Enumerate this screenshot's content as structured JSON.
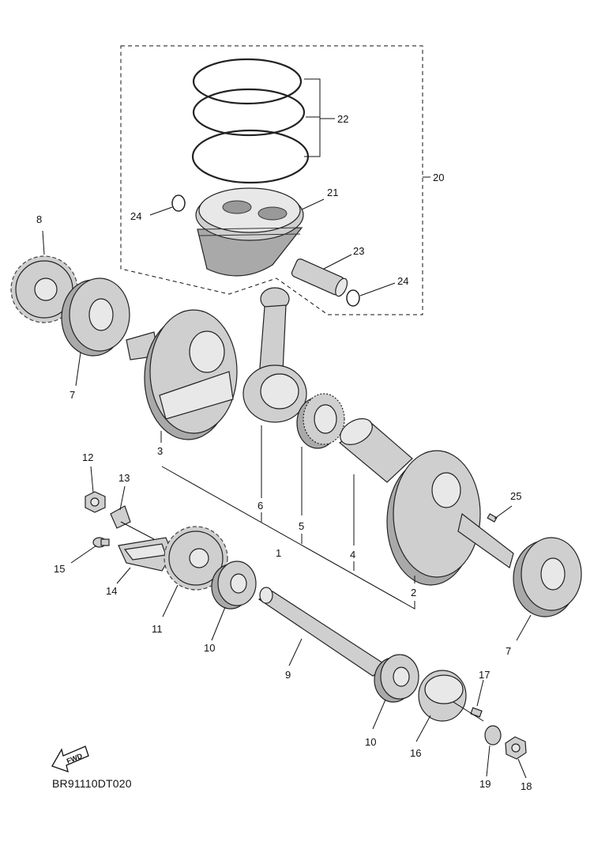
{
  "diagram": {
    "reference_code": "BR91110DT020",
    "fwd_label": "FWD",
    "callouts": {
      "c1": "1",
      "c2": "2",
      "c3": "3",
      "c4": "4",
      "c5": "5",
      "c6": "6",
      "c7a": "7",
      "c7b": "7",
      "c8": "8",
      "c9": "9",
      "c10a": "10",
      "c10b": "10",
      "c11": "11",
      "c12": "12",
      "c13": "13",
      "c14": "14",
      "c15": "15",
      "c16": "16",
      "c17": "17",
      "c18": "18",
      "c19": "19",
      "c20": "20",
      "c21": "21",
      "c22": "22",
      "c23": "23",
      "c24a": "24",
      "c24b": "24",
      "c25": "25"
    }
  }
}
